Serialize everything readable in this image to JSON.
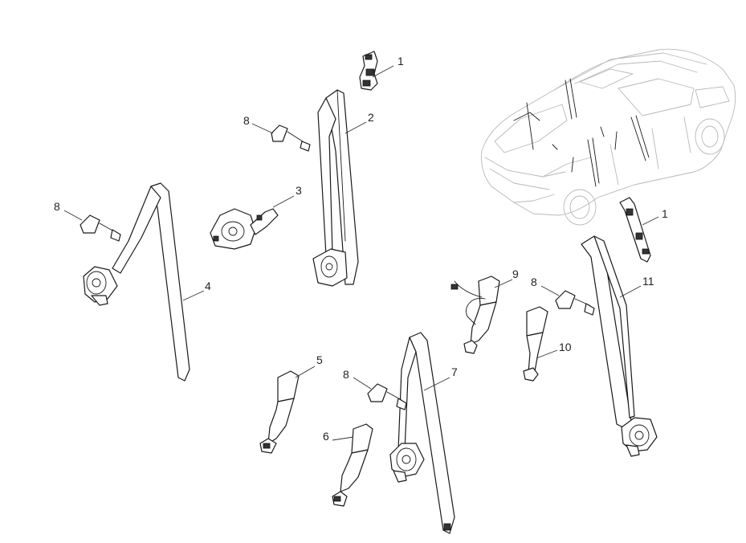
{
  "diagram": {
    "accent_color": "#1a1a1a",
    "background_color": "#ffffff",
    "vehicle_outline_color": "#b8b8b8",
    "callouts": {
      "c1a": "1",
      "c1b": "1",
      "c2": "2",
      "c3": "3",
      "c4": "4",
      "c5": "5",
      "c6": "6",
      "c7": "7",
      "c8a": "8",
      "c8b": "8",
      "c8c": "8",
      "c8d": "8",
      "c9": "9",
      "c10": "10",
      "c11": "11"
    }
  }
}
